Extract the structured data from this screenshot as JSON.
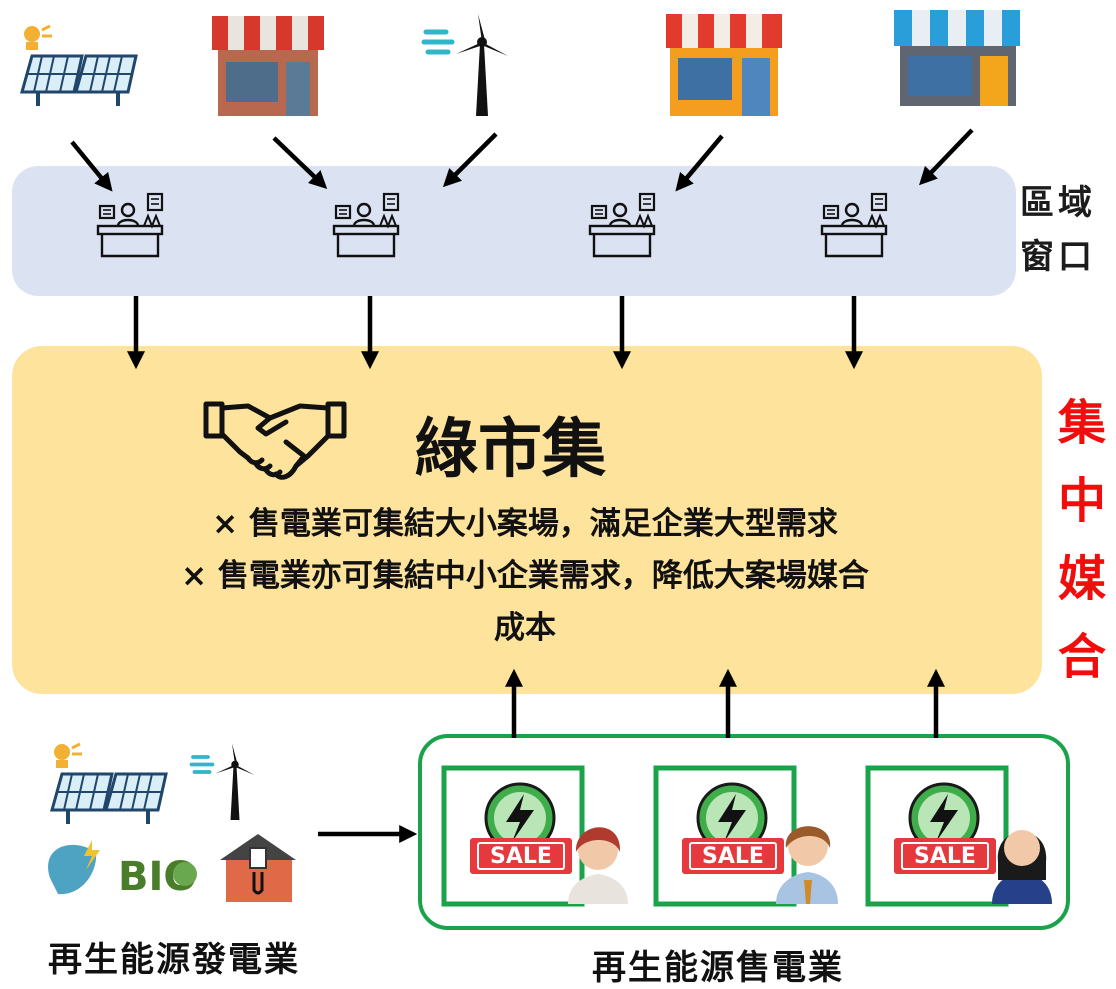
{
  "region_label": "區域\n窗口",
  "central_label": "集\n中\n媒\n合",
  "market": {
    "title": "綠市集",
    "bullets": [
      "× 售電業可集結大小案場，滿足企業大型需求",
      "× 售電業亦可集結中小企業需求，降低大案場媒合",
      "成本"
    ]
  },
  "generators_caption": "再生能源發電業",
  "retailers_caption": "再生能源售電業",
  "sale_badge": "SALE",
  "top_icons": [
    "solar-panel-icon",
    "storefront-red-icon",
    "wind-turbine-icon",
    "storefront-orange-icon",
    "storefront-blue-icon"
  ],
  "window_icons": [
    "service-counter-icon",
    "service-counter-icon",
    "service-counter-icon",
    "service-counter-icon"
  ],
  "generator_icons": [
    "solar-panel-icon",
    "wind-turbine-icon",
    "hydro-icon",
    "bio-icon",
    "geothermal-icon"
  ],
  "retailer_avatars": [
    "woman-red-hair-avatar",
    "man-avatar",
    "woman-dark-hair-avatar"
  ],
  "colors": {
    "region_panel": "#dbe3f3",
    "market_panel": "#fde39b",
    "accent_green": "#1aa34a",
    "central_label": "#f20d0d"
  }
}
